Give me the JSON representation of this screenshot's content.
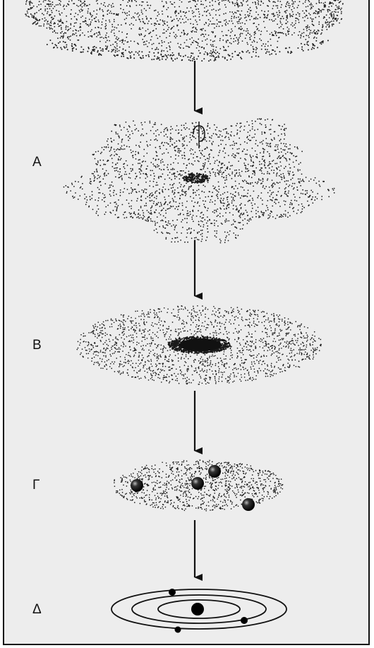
{
  "stages": [
    {
      "id": "A",
      "label": "Α"
    },
    {
      "id": "B",
      "label": "Β"
    },
    {
      "id": "G",
      "label": "Γ"
    },
    {
      "id": "D",
      "label": "Δ"
    }
  ],
  "colors": {
    "background": "#ededed",
    "ink": "#111111"
  }
}
